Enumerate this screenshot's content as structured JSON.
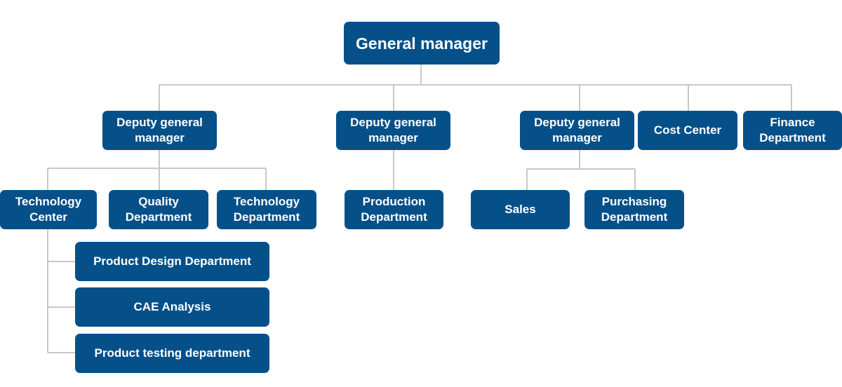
{
  "org_chart": {
    "general_manager": "General manager",
    "deputy_1": "Deputy general\nmanager",
    "deputy_2": "Deputy general\nmanager",
    "deputy_3": "Deputy general\nmanager",
    "cost_center": "Cost Center",
    "finance_department": "Finance\nDepartment",
    "technology_center": "Technology\nCenter",
    "quality_department": "Quality\nDepartment",
    "technology_department": "Technology\nDepartment",
    "production_department": "Production\nDepartment",
    "sales": "Sales",
    "purchasing_department": "Purchasing\nDepartment",
    "product_design_department": "Product Design Department",
    "cae_analysis": "CAE Analysis",
    "product_testing_department": "Product testing department"
  },
  "colors": {
    "node_fill": "#065089",
    "node_text": "#ffffff",
    "connector": "#c8c8c8",
    "background": "#ffffff"
  }
}
